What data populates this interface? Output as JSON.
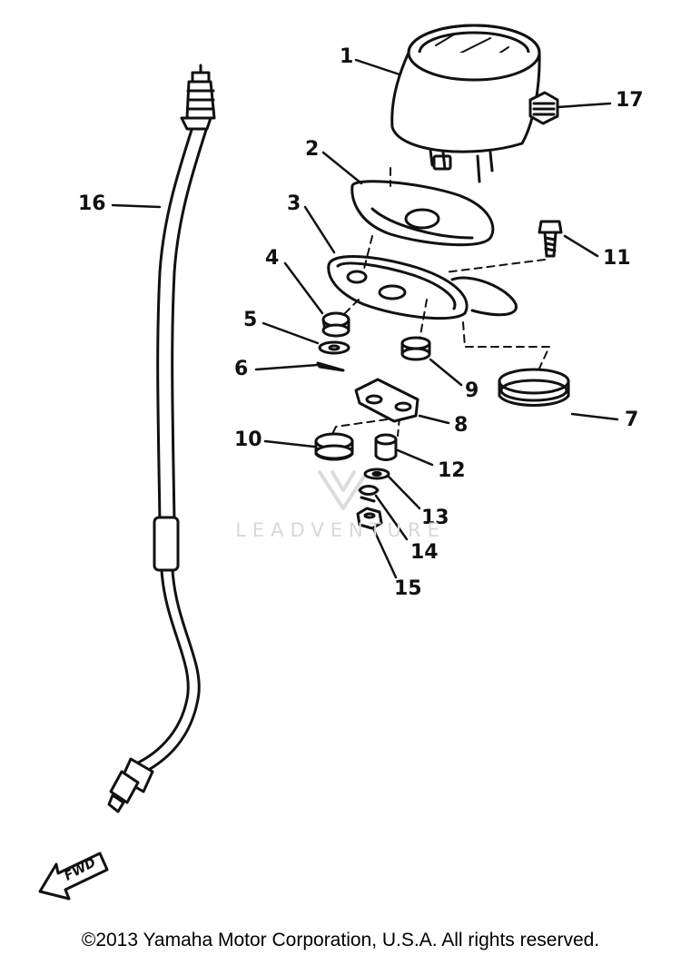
{
  "diagram": {
    "callouts": [
      {
        "id": "1",
        "label": "1"
      },
      {
        "id": "2",
        "label": "2"
      },
      {
        "id": "3",
        "label": "3"
      },
      {
        "id": "4",
        "label": "4"
      },
      {
        "id": "5",
        "label": "5"
      },
      {
        "id": "6",
        "label": "6"
      },
      {
        "id": "7",
        "label": "7"
      },
      {
        "id": "8",
        "label": "8"
      },
      {
        "id": "9",
        "label": "9"
      },
      {
        "id": "10",
        "label": "10"
      },
      {
        "id": "11",
        "label": "11"
      },
      {
        "id": "12",
        "label": "12"
      },
      {
        "id": "13",
        "label": "13"
      },
      {
        "id": "14",
        "label": "14"
      },
      {
        "id": "15",
        "label": "15"
      },
      {
        "id": "16",
        "label": "16"
      },
      {
        "id": "17",
        "label": "17"
      }
    ],
    "direction_label": "FWD",
    "watermark": "LEADVENTURE"
  },
  "footer": {
    "copyright": "©2013 Yamaha Motor Corporation, U.S.A. All rights reserved."
  }
}
